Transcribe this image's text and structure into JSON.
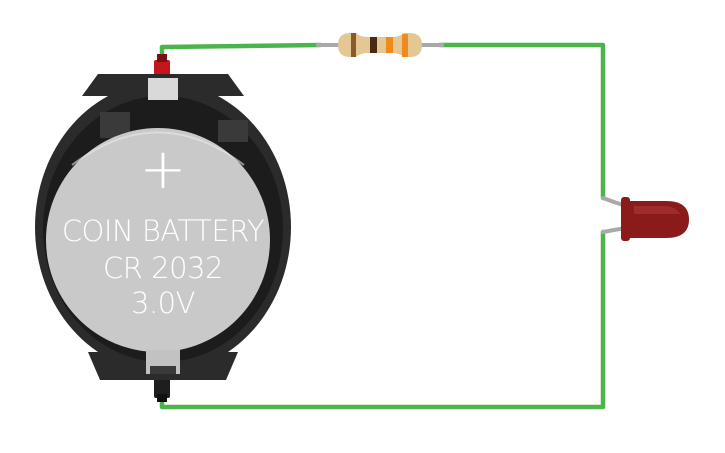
{
  "battery": {
    "label_line1": "COIN BATTERY",
    "label_line2": "CR 2032",
    "label_line3": "3.0V",
    "plus_symbol": "+",
    "body_color": "#2b2b2b",
    "cell_color": "#c9c9c9",
    "positive_terminal_color": "#c4161c",
    "negative_terminal_color": "#1e1e1e"
  },
  "resistor": {
    "body_color": "#e3c893",
    "band_colors": [
      "#8a5a2b",
      "#4a2a14",
      "#f08a1c",
      "#f08a1c"
    ]
  },
  "led": {
    "body_color": "#8b1a1a",
    "highlight_color": "#b23a3a"
  },
  "wire": {
    "color": "#4bb54b",
    "lead_color": "#a9a9a9"
  }
}
